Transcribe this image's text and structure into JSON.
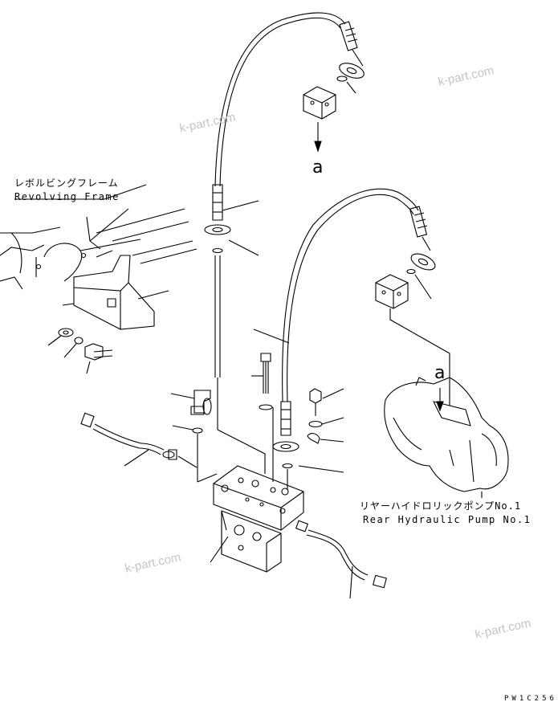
{
  "labels": {
    "revolving_frame_jp": "レボルビングフレーム",
    "revolving_frame_en": "Revolving Frame",
    "rear_pump_jp": "リヤーハイドロリックポンプNo.1",
    "rear_pump_en": "Rear Hydraulic Pump No.1",
    "ref_a_top": "a",
    "ref_a_pump": "a",
    "drawing_code": "PW1C256"
  },
  "watermarks": [
    "k-part.com",
    "k-part.com",
    "k-part.com",
    "k-part.com"
  ],
  "colors": {
    "line": "#000000",
    "watermark": "#c4c4c4",
    "background": "#ffffff"
  }
}
